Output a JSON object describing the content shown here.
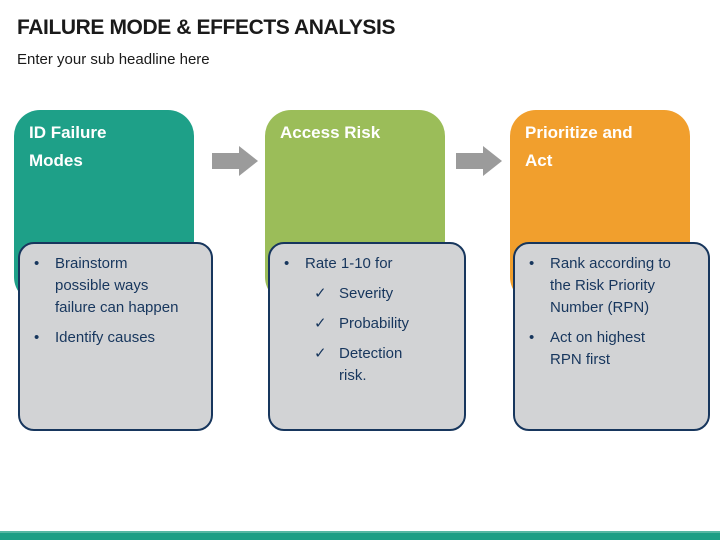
{
  "slide": {
    "title": "FAILURE MODE & EFFECTS ANALYSIS",
    "subtitle": "Enter your sub headline here"
  },
  "markers": {
    "bullet": "•",
    "check": "✓"
  },
  "colors": {
    "stage_teal": "#1ea088",
    "stage_green": "#9bbd59",
    "stage_orange": "#f19f2d",
    "detail_fill": "#d2d3d5",
    "detail_border": "#17365d",
    "body_text": "#17365d",
    "arrow_gray": "#9b9b9b",
    "footer_bar": "#1e9e85",
    "footer_bar_highlight": "#56b7a3",
    "title_text": "#1a1a1a"
  },
  "stages": [
    {
      "header": "ID Failure\nModes",
      "color": "#1ea088",
      "bullets": [
        {
          "text": "Brainstorm\npossible ways\nfailure can happen"
        },
        {
          "text": "Identify causes"
        }
      ]
    },
    {
      "header": "Access Risk",
      "color": "#9bbd59",
      "bullets": [
        {
          "text": "Rate 1-10 for",
          "sub": [
            "Severity",
            "Probability",
            "Detection\nrisk."
          ]
        }
      ]
    },
    {
      "header": "Prioritize and\nAct",
      "color": "#f19f2d",
      "bullets": [
        {
          "text": "Rank according to\nthe Risk Priority\nNumber (RPN)"
        },
        {
          "text": "Act on highest\nRPN first"
        }
      ]
    }
  ]
}
